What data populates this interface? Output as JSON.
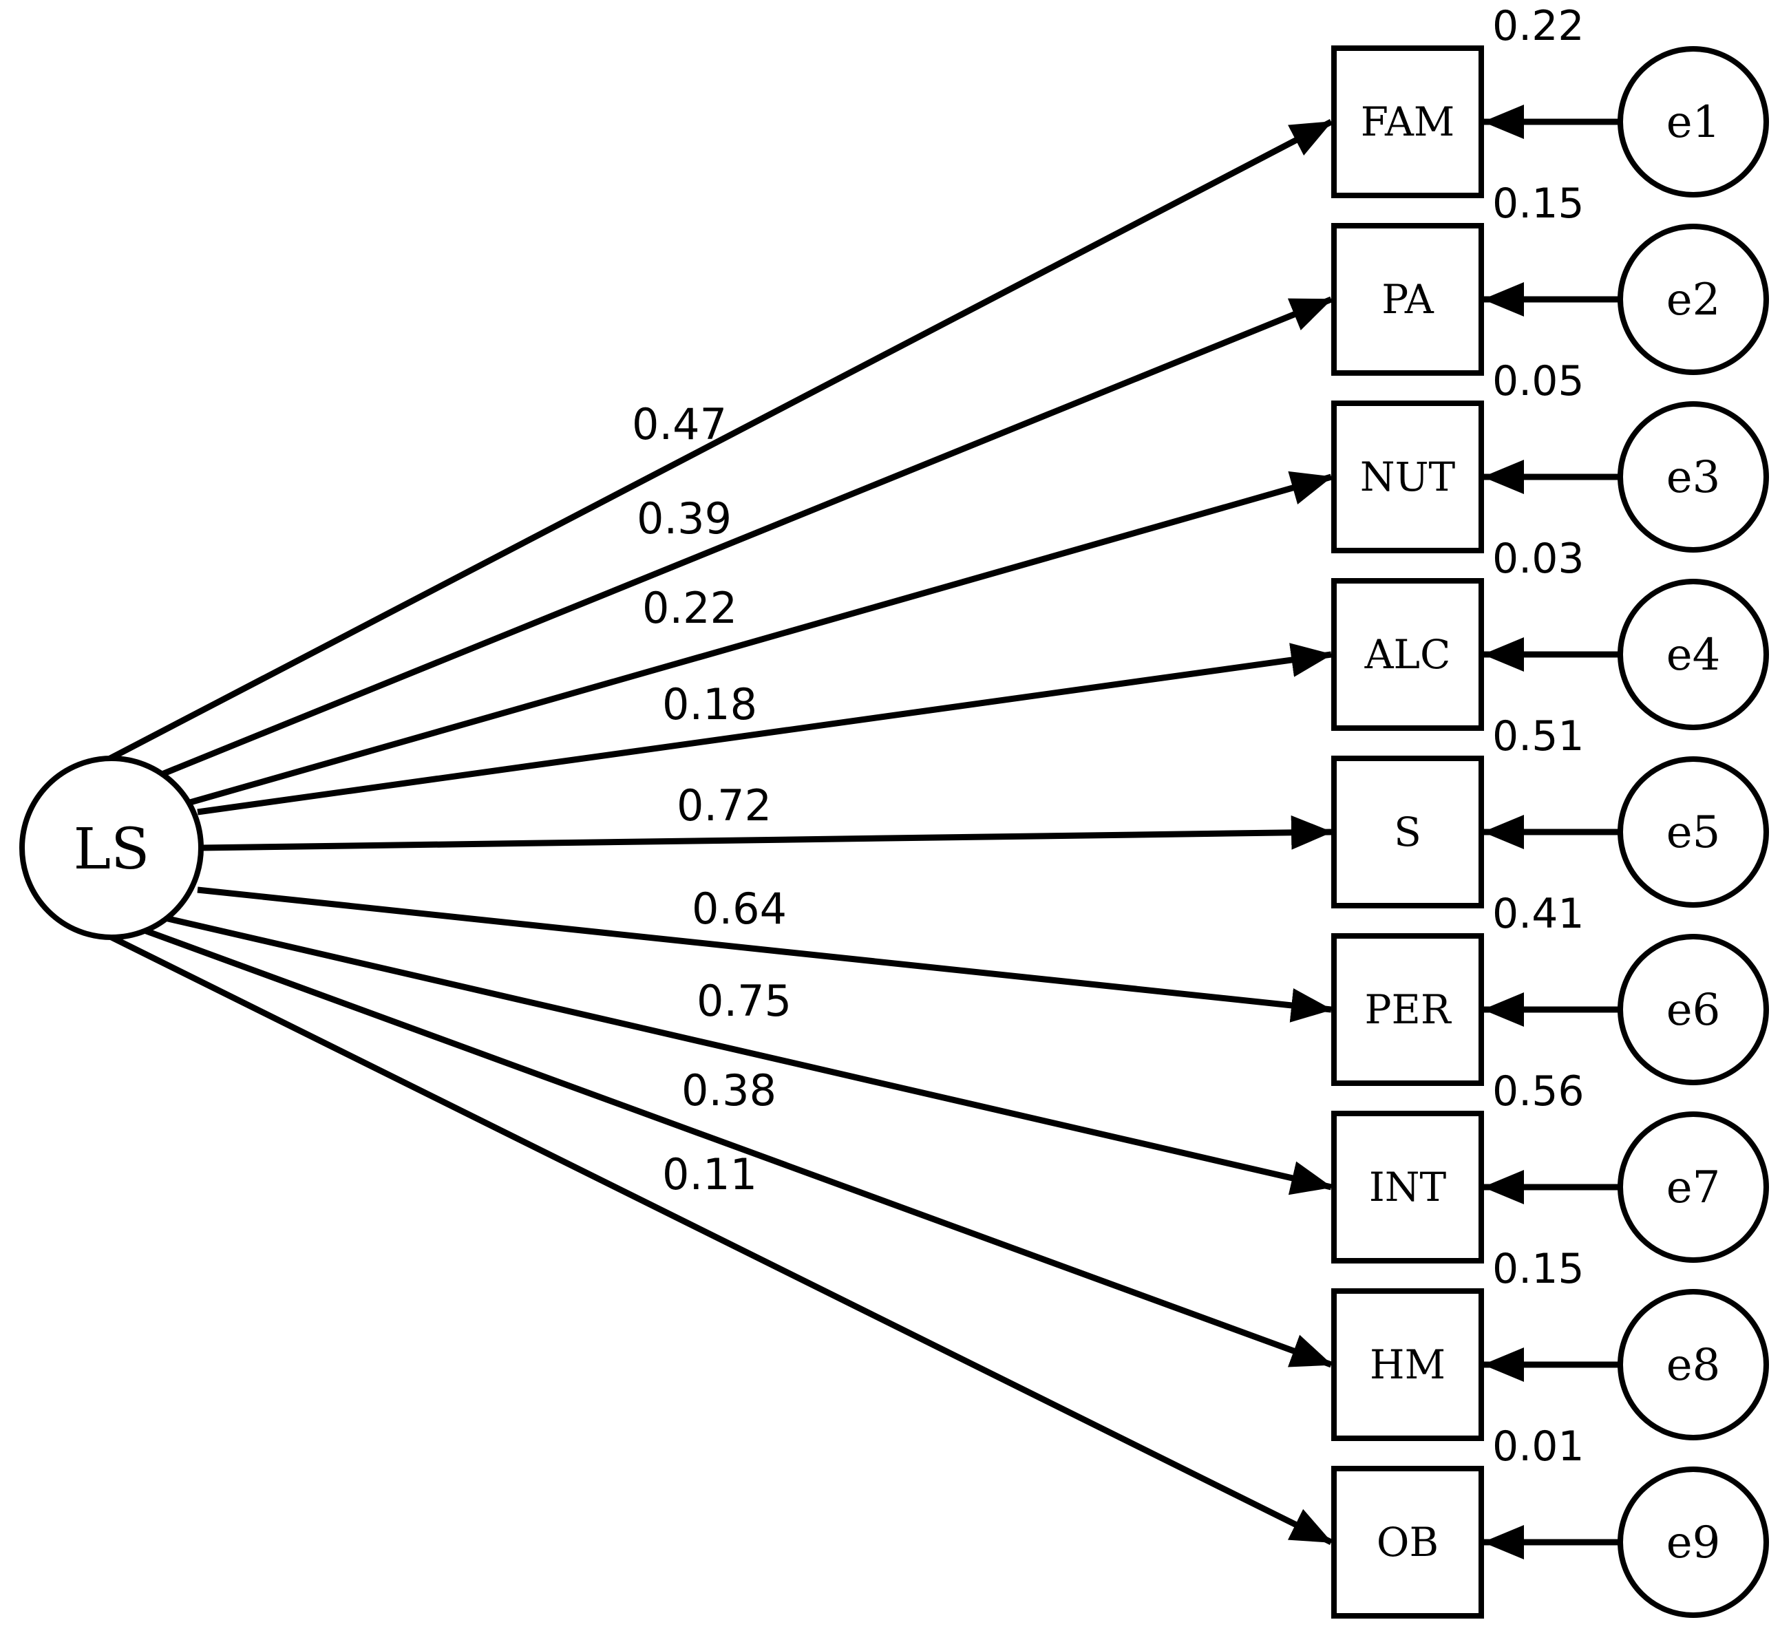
{
  "latent": {
    "label": "LS"
  },
  "indicators": [
    {
      "label": "FAM",
      "loading": "0.47",
      "r2": "0.22",
      "error": "e1"
    },
    {
      "label": "PA",
      "loading": "0.39",
      "r2": "0.15",
      "error": "e2"
    },
    {
      "label": "NUT",
      "loading": "0.22",
      "r2": "0.05",
      "error": "e3"
    },
    {
      "label": "ALC",
      "loading": "0.18",
      "r2": "0.03",
      "error": "e4"
    },
    {
      "label": "S",
      "loading": "0.72",
      "r2": "0.51",
      "error": "e5"
    },
    {
      "label": "PER",
      "loading": "0.64",
      "r2": "0.41",
      "error": "e6"
    },
    {
      "label": "INT",
      "loading": "0.75",
      "r2": "0.56",
      "error": "e7"
    },
    {
      "label": "HM",
      "loading": "0.38",
      "r2": "0.15",
      "error": "e8"
    },
    {
      "label": "OB",
      "loading": "0.11",
      "r2": "0.01",
      "error": "e9"
    }
  ],
  "colors": {
    "stroke": "#000000",
    "background": "#ffffff"
  }
}
